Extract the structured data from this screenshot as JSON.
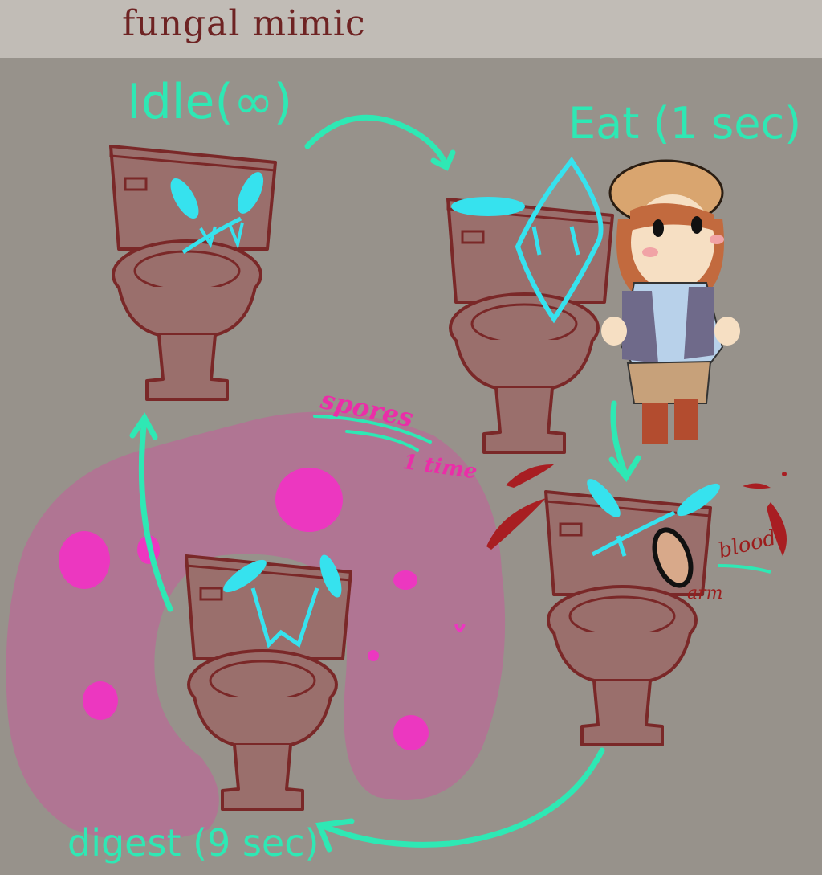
{
  "title": "fungal mimic",
  "states": {
    "idle": "Idle(∞)",
    "eat": "Eat (1 sec)",
    "digest": "digest (9 sec)"
  },
  "annotations": {
    "spores": "spores",
    "spores_count": "1 time",
    "blood": "blood",
    "arm": "arm"
  },
  "colors": {
    "background": "#97928b",
    "header": "#c1bcb6",
    "toilet": "#9a6f6c",
    "outline": "#7a2828",
    "eyes": "#36e2ee",
    "arrows": "#2ee8b4",
    "spore_cloud": "#b07593",
    "spore_dots": "#ec37c0",
    "blood": "#a81e22"
  }
}
